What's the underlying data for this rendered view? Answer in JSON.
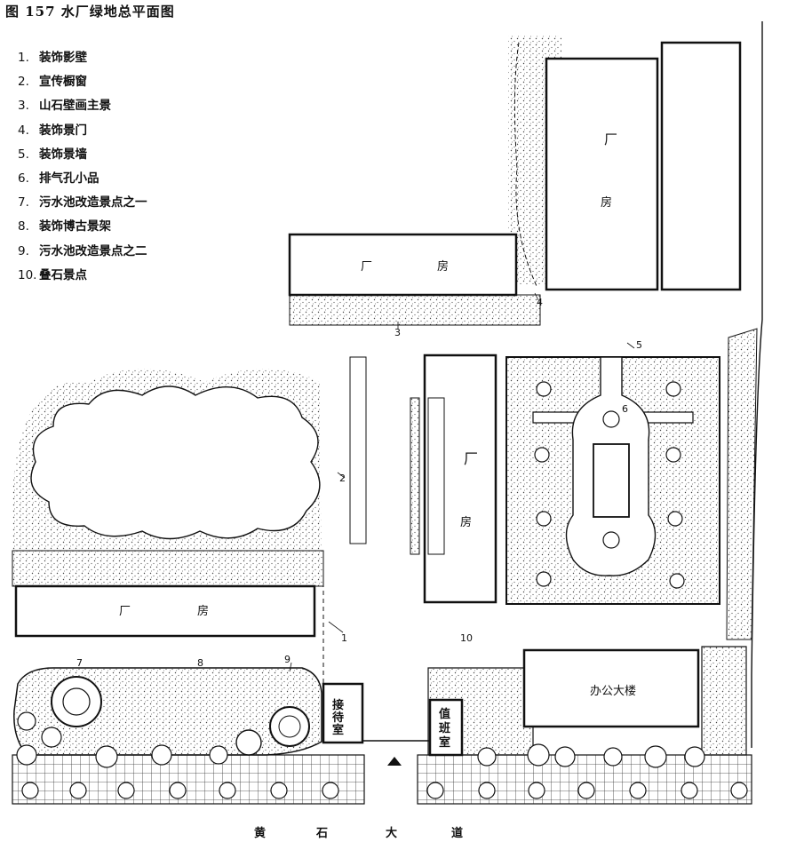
{
  "title": "图 157   水厂绿地总平面图",
  "legend": [
    {
      "num": "1.",
      "text": "装饰影壁"
    },
    {
      "num": "2.",
      "text": "宣传橱窗"
    },
    {
      "num": "3.",
      "text": "山石壁画主景"
    },
    {
      "num": "4.",
      "text": "装饰景门"
    },
    {
      "num": "5.",
      "text": "装饰景墙"
    },
    {
      "num": "6.",
      "text": "排气孔小品"
    },
    {
      "num": "7.",
      "text": "污水池改造景点之一"
    },
    {
      "num": "8.",
      "text": "装饰博古景架"
    },
    {
      "num": "9.",
      "text": "污水池改造景点之二"
    },
    {
      "num": "10.",
      "text": "叠石景点"
    }
  ],
  "buildings": {
    "factory_a": [
      "厂",
      "房"
    ],
    "factory_b": [
      "厂",
      "房"
    ],
    "factory_c": [
      "厂",
      "房"
    ],
    "factory_d": [
      "厂",
      "房"
    ],
    "office": "办公大楼",
    "reception": [
      "接",
      "待",
      "室"
    ],
    "duty": [
      "值",
      "班",
      "室"
    ]
  },
  "road": [
    "黄",
    "石",
    "大",
    "道"
  ],
  "markers": [
    "1",
    "2",
    "3",
    "4",
    "5",
    "6",
    "7",
    "8",
    "9",
    "10"
  ]
}
